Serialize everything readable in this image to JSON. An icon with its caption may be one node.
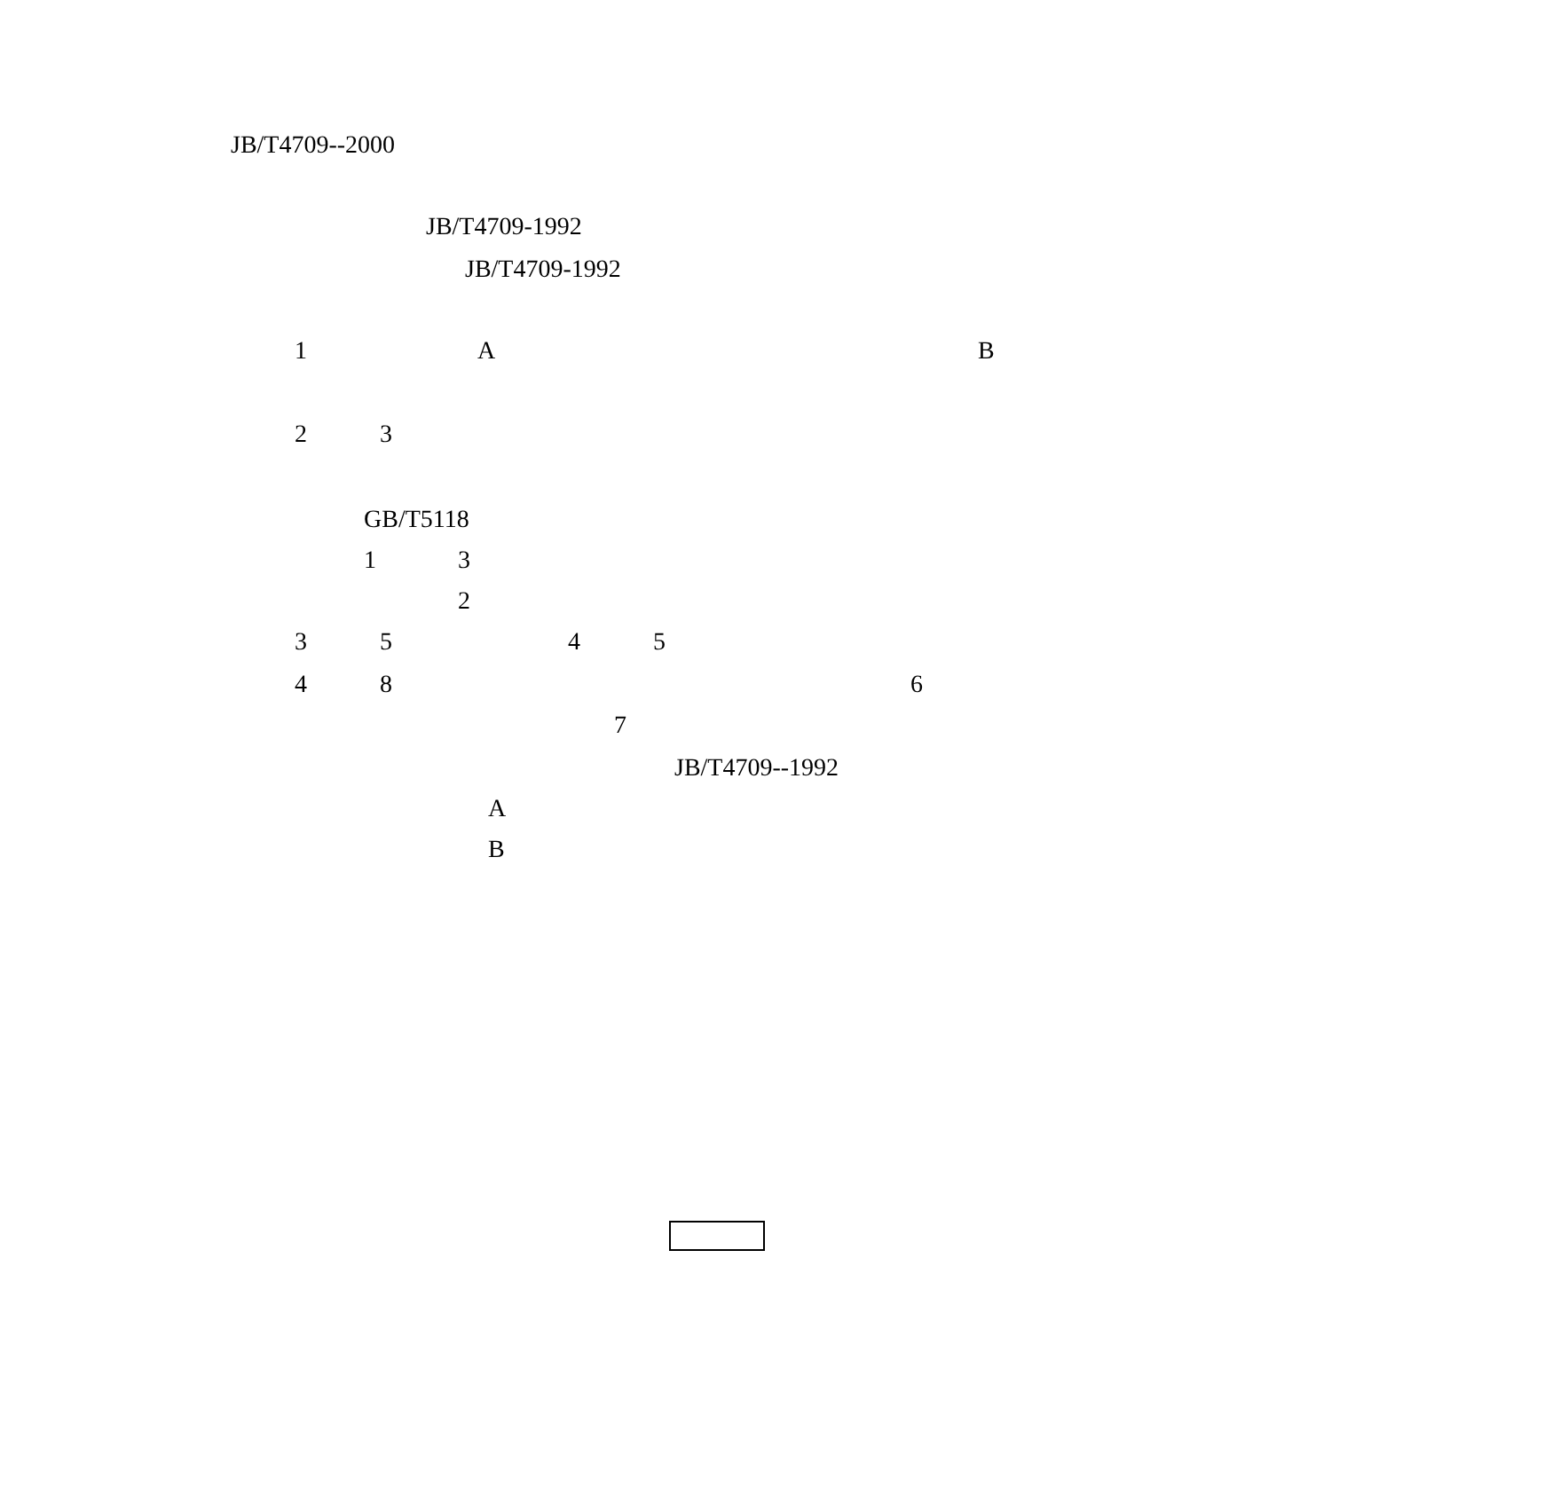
{
  "diagram": {
    "nodes": [
      {
        "text": [],
        "shape": "box"
      }
    ],
    "edges": [],
    "labels": [
      "JB/T4709--2000",
      "JB/T4709-1992",
      "JB/T4709-1992",
      "1",
      "A",
      "B",
      "2",
      "3",
      "GB/T5118",
      "1",
      "3",
      "2",
      "3",
      "5",
      "4",
      "5",
      "4",
      "8",
      "6",
      "7",
      "JB/T4709--1992",
      "A",
      "B"
    ]
  }
}
